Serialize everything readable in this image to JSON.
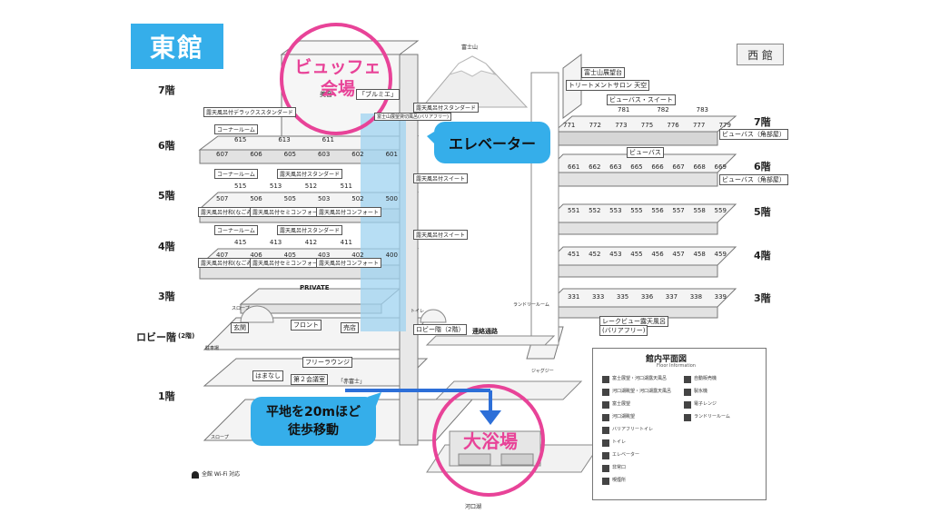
{
  "tags": {
    "east": "東館",
    "west": "西 館"
  },
  "east_floors": [
    "7階",
    "6階",
    "5階",
    "4階",
    "3階",
    "ロビー階",
    "(2階)",
    "1階"
  ],
  "west_floors": [
    "7階",
    "6階",
    "5階",
    "4階",
    "3階"
  ],
  "callouts": {
    "buffet_line1": "ビュッフェ",
    "buffet_line2": "会場",
    "elevator": "エレベーター",
    "walk_line1": "平地を20mほど",
    "walk_line2": "徒歩移動",
    "bath": "大浴場"
  },
  "labels": {
    "fuji": "富士山",
    "observatory": "富士山展望台",
    "salon": "トリートメントサロン 天空",
    "viewbath_suite": "ビューバス・スイート",
    "viewbath": "ビューバス",
    "viewbath_corner": "ビューバス（角部屋）",
    "private": "PRIVATE",
    "lobby": "ロビー階（2階）",
    "corridor": "連絡通路",
    "front": "フロント",
    "shop": "売店",
    "entrance": "玄関",
    "free_lounge": "フリーラウンジ",
    "hamanashi": "はまなし",
    "meeting2": "第２会議室",
    "akafuji": "「赤富士」",
    "wifi": "全館 Wi-Fi 対応",
    "kawaguchiko": "河口湖",
    "lakeview": "レークビュー露天風呂",
    "barrier_free": "(バリアフリー)",
    "laundry": "ランドリールーム",
    "parking": "駐車場",
    "slope": "スロープ",
    "toilet": "トイレ",
    "jacuzzi": "ジャグジー",
    "bijin": "美音",
    "bulmie": "「ブルミエ」"
  },
  "room_types": {
    "deluxe": "露天風呂付デラックススタンダード",
    "standard": "露天風呂付スタンダード",
    "corner": "コーナールーム",
    "suite": "露天風呂付スイート",
    "wa": "露天風呂付和(なごみ)",
    "semi": "露天風呂付セミコンフォート",
    "comfort": "露天風呂付コンフォート",
    "view_barrier": "富士山展望貸切風呂(バリアフリー)"
  },
  "east_rooms": {
    "f6_top": [
      "615",
      "613",
      "611"
    ],
    "f6_bottom": [
      "607",
      "606",
      "605",
      "603",
      "602",
      "601"
    ],
    "f5_top": [
      "515",
      "513",
      "512",
      "511"
    ],
    "f5_bottom": [
      "507",
      "506",
      "505",
      "503",
      "502",
      "500"
    ],
    "f4_top": [
      "415",
      "413",
      "412",
      "411"
    ],
    "f4_bottom": [
      "407",
      "406",
      "405",
      "403",
      "402",
      "400"
    ]
  },
  "west_rooms": {
    "f7_top": [
      "781",
      "782",
      "783"
    ],
    "f7": [
      "771",
      "772",
      "773",
      "775",
      "776",
      "777",
      "779"
    ],
    "f6": [
      "661",
      "662",
      "663",
      "665",
      "666",
      "667",
      "668",
      "669"
    ],
    "f5": [
      "551",
      "552",
      "553",
      "555",
      "556",
      "557",
      "558",
      "559"
    ],
    "f4": [
      "451",
      "452",
      "453",
      "455",
      "456",
      "457",
      "458",
      "459"
    ],
    "f3": [
      "331",
      "333",
      "335",
      "336",
      "337",
      "338",
      "339"
    ]
  },
  "legend": {
    "title": "館内平面図",
    "subtitle": "Floor Information",
    "items_left": [
      "富士展望・河口湖露天風呂",
      "河口湖眺望・河口湖露天風呂",
      "富士展望",
      "河口湖眺望",
      "バリアフリートイレ",
      "トイレ",
      "エレベーター",
      "非常口",
      "喫煙所"
    ],
    "items_right": [
      "自動販売機",
      "製氷機",
      "電子レンジ",
      "ランドリールーム"
    ]
  },
  "colors": {
    "accent": "#35aeea",
    "pink": "#e84398",
    "elevator": "#9fd3f0"
  }
}
